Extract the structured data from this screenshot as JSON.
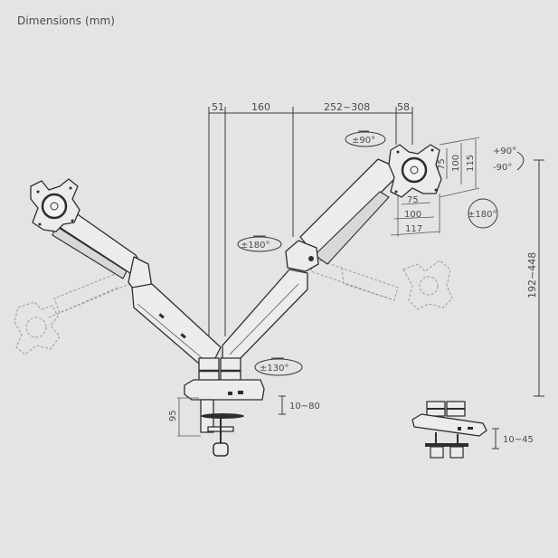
{
  "title": "Dimensions (mm)",
  "top_dimensions": {
    "d1": "51",
    "d2": "160",
    "d3": "252~308",
    "d4": "58"
  },
  "vesa": {
    "h_inner": "75",
    "h_mid": "100",
    "h_outer": "117",
    "v_inner": "75",
    "v_mid": "100",
    "v_outer": "115"
  },
  "rotations": {
    "head_swivel": "±90°",
    "tilt_up": "+90°",
    "tilt_down": "-90°",
    "rotation": "±180°",
    "elbow_swivel": "±180°",
    "base_swivel": "±130°"
  },
  "heights": {
    "pole_range": "192~448",
    "clamp_height": "95",
    "clamp_desk": "10~80",
    "grommet_desk": "10~45"
  },
  "colors": {
    "background": "#e4e4e4",
    "line": "#2e2e2e",
    "ghost": "#9a9a9a"
  }
}
